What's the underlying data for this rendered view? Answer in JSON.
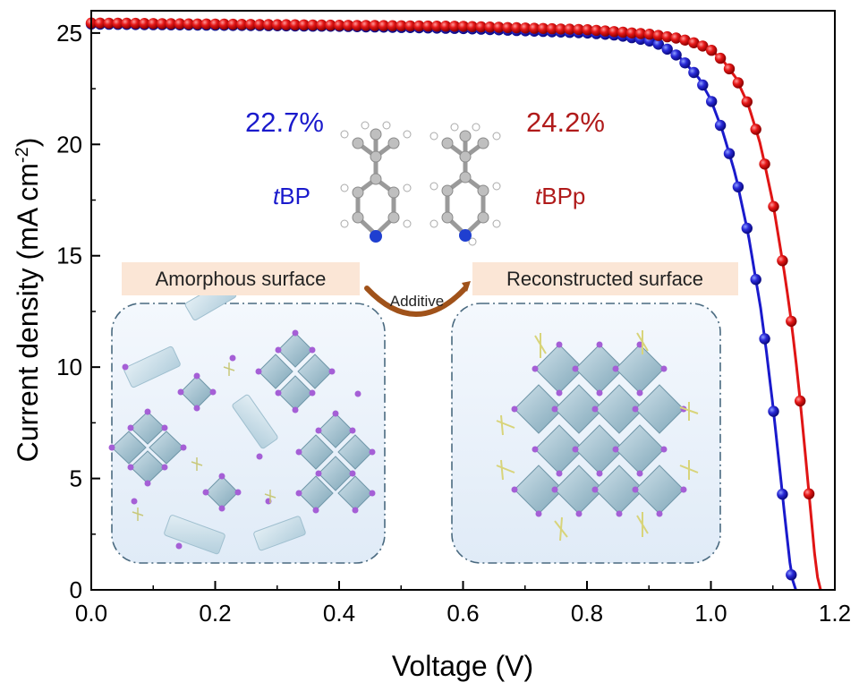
{
  "chart_data": {
    "type": "line",
    "xlabel": "Voltage (V)",
    "ylabel_main": "Current density (mA cm",
    "ylabel_sup": "-2",
    "ylabel_close": ")",
    "xlim": [
      0.0,
      1.2
    ],
    "ylim": [
      0,
      26
    ],
    "x_ticks": [
      "0.0",
      "0.2",
      "0.4",
      "0.6",
      "0.8",
      "1.0",
      "1.2"
    ],
    "y_ticks": [
      "0",
      "5",
      "10",
      "15",
      "20",
      "25"
    ],
    "grid": false,
    "series": [
      {
        "color": "#1a1acc",
        "jsc": 25.4,
        "x": [
          0.0,
          0.2,
          0.4,
          0.6,
          0.8,
          0.85,
          0.9,
          0.92,
          0.95,
          0.98,
          1.0,
          1.02,
          1.04,
          1.06,
          1.08,
          1.09,
          1.1,
          1.11,
          1.12,
          1.13,
          1.137
        ],
        "y": [
          25.4,
          25.35,
          25.3,
          25.2,
          25.0,
          24.9,
          24.65,
          24.45,
          23.9,
          23.0,
          22.0,
          20.5,
          18.6,
          16.0,
          12.7,
          10.6,
          8.3,
          5.7,
          3.1,
          0.6,
          0.0
        ]
      },
      {
        "color": "#e01515",
        "jsc": 25.45,
        "x": [
          0.0,
          0.2,
          0.4,
          0.6,
          0.8,
          0.9,
          0.95,
          0.98,
          1.0,
          1.02,
          1.04,
          1.06,
          1.08,
          1.1,
          1.12,
          1.13,
          1.14,
          1.15,
          1.16,
          1.17,
          1.177
        ],
        "y": [
          25.45,
          25.4,
          25.35,
          25.3,
          25.15,
          24.95,
          24.75,
          24.5,
          24.25,
          23.75,
          23.0,
          21.8,
          20.0,
          17.4,
          14.0,
          12.0,
          9.6,
          6.8,
          3.8,
          0.8,
          0.0
        ]
      }
    ],
    "annotations": {
      "pce_left": "22.7%",
      "pce_right": "24.2%",
      "mol_left_italic": "t",
      "mol_left_rest": "BP",
      "mol_right_italic": "t",
      "mol_right_rest": "BPp",
      "box_left": "Amorphous surface",
      "box_right": "Reconstructed surface",
      "arrow_label": "Additive"
    }
  }
}
